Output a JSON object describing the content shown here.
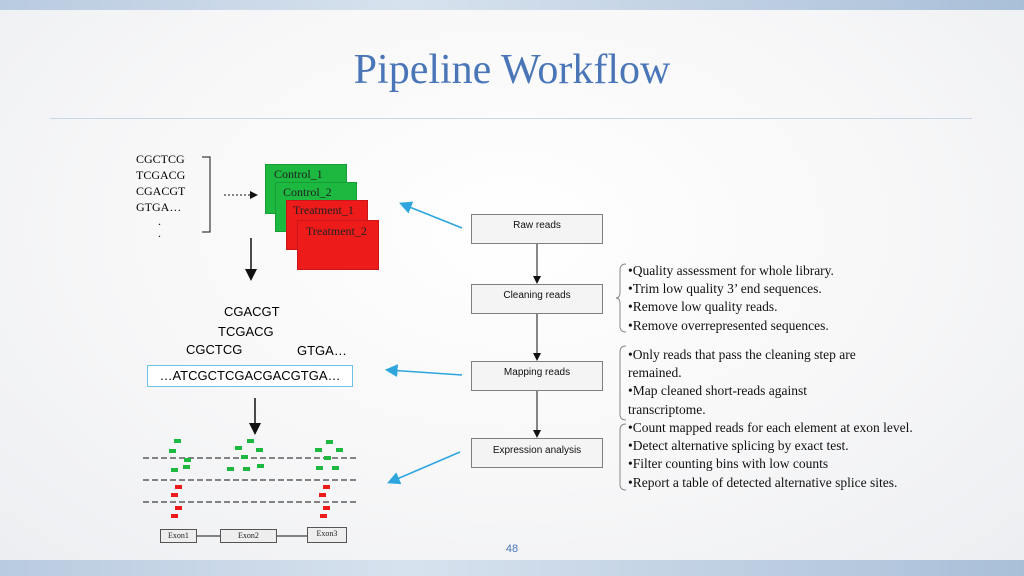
{
  "title": "Pipeline Workflow",
  "page_number": "48",
  "raw_sequences": [
    "CGCTCG",
    "TCGACG",
    "CGACGT",
    "GTGA…",
    ".",
    "."
  ],
  "samples": [
    "Control_1",
    "Control_2",
    "Treatment_1",
    "Treatment_2"
  ],
  "fragments": {
    "f1": "CGACGT",
    "f2": "TCGACG",
    "f3": "CGCTCG",
    "f4": "GTGA…"
  },
  "assembled_sequence": "…ATCGCTCGACGACGTGA…",
  "pipeline_steps": [
    "Raw reads",
    "Cleaning reads",
    "Mapping reads",
    "Expression analysis"
  ],
  "cleaning_notes": [
    "•Quality assessment for whole library.",
    "•Trim low quality 3’ end sequences.",
    "•Remove low quality reads.",
    "•Remove overrepresented sequences."
  ],
  "mapping_notes": [
    "•Only reads that pass the cleaning step are",
    "remained.",
    "•Map cleaned short-reads against",
    "transcriptome."
  ],
  "expression_notes": [
    "•Count mapped reads for each element at exon level.",
    "•Detect alternative splicing by exact test.",
    "•Filter counting bins with low counts",
    "•Report a table of detected alternative splice sites."
  ],
  "exons": [
    "Exon1",
    "Exon2",
    "Exon3"
  ],
  "colors": {
    "title": "#4a76b8",
    "control": "#1db83f",
    "treatment": "#ee1b1b",
    "arrow": "#2ea6dd"
  }
}
